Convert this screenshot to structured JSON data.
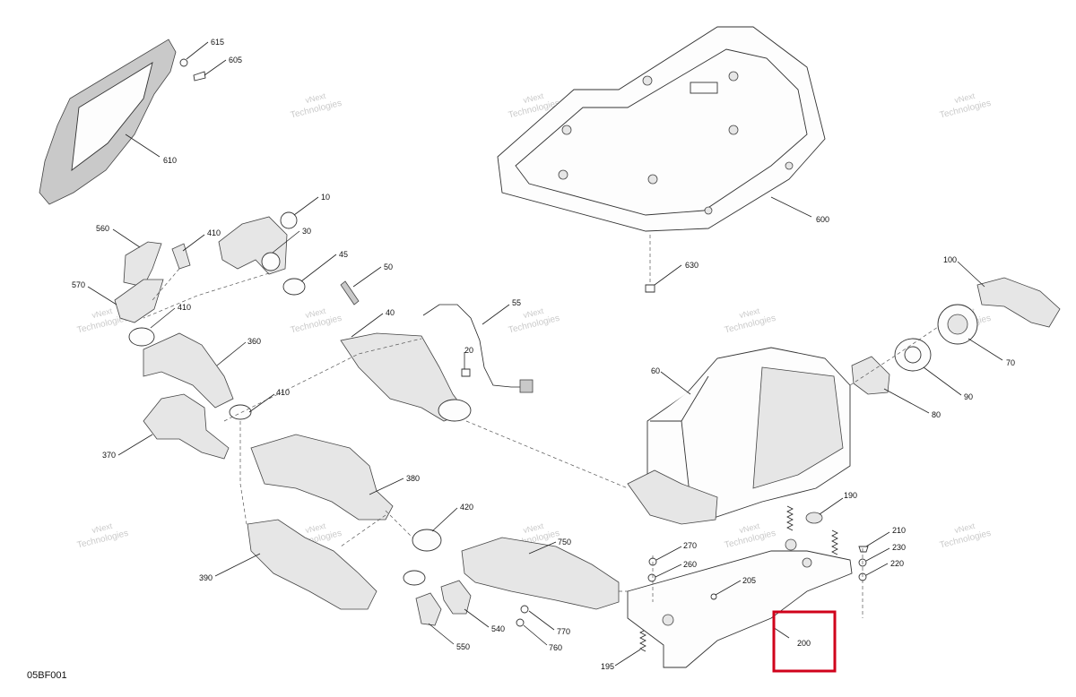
{
  "diagram_id": "05BF001",
  "watermark": {
    "line1": "vNext",
    "line2": "Technologies"
  },
  "highlight_color": "#d0021b",
  "highlighted_part": "200",
  "part_labels": [
    "615",
    "605",
    "610",
    "600",
    "630",
    "10",
    "30",
    "45",
    "50",
    "560",
    "410",
    "570",
    "410",
    "40",
    "55",
    "360",
    "20",
    "410",
    "370",
    "380",
    "420",
    "390",
    "750",
    "770",
    "760",
    "540",
    "550",
    "60",
    "100",
    "70",
    "90",
    "80",
    "190",
    "210",
    "230",
    "220",
    "270",
    "260",
    "205",
    "195",
    "200"
  ]
}
